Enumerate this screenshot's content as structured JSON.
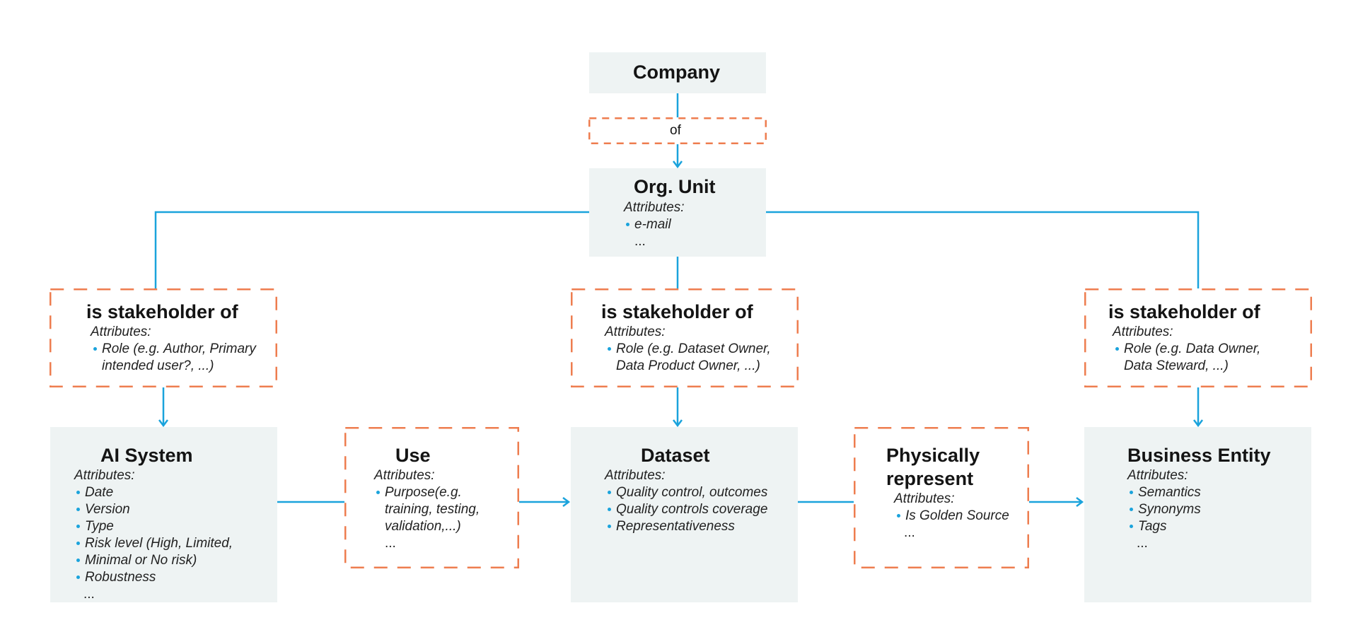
{
  "colors": {
    "connector": "#1aa3dc",
    "relation_border": "#ee7d4f",
    "entity_fill": "#eef3f3",
    "bullet": "#1aa3dc"
  },
  "company": {
    "title": "Company"
  },
  "of_relation": {
    "label": "of"
  },
  "org_unit": {
    "title": "Org. Unit",
    "attributes_label": "Attributes:",
    "attributes": [
      "e-mail"
    ],
    "more": "..."
  },
  "stakeholder_left": {
    "title": "is stakeholder of",
    "attributes_label": "Attributes:",
    "attributes": [
      "Role (e.g. Author, Primary",
      "intended user?, ...)"
    ]
  },
  "stakeholder_mid": {
    "title": "is stakeholder of",
    "attributes_label": "Attributes:",
    "attributes": [
      "Role (e.g. Dataset Owner,",
      "Data Product Owner, ...)"
    ]
  },
  "stakeholder_right": {
    "title": "is stakeholder of",
    "attributes_label": "Attributes:",
    "attributes": [
      "Role (e.g. Data Owner,",
      "Data Steward, ...)"
    ]
  },
  "ai_system": {
    "title": "AI System",
    "attributes_label": "Attributes:",
    "attributes": [
      "Date",
      "Version",
      "Type",
      "Risk level (High, Limited,",
      "Minimal or No risk)",
      "Robustness"
    ],
    "more": "..."
  },
  "use": {
    "title": "Use",
    "attributes_label": "Attributes:",
    "attributes": [
      "Purpose(e.g.",
      "training, testing,",
      "validation,...)"
    ],
    "more": "..."
  },
  "dataset": {
    "title": "Dataset",
    "attributes_label": "Attributes:",
    "attributes": [
      "Quality control, outcomes",
      "Quality controls coverage",
      "Representativeness"
    ]
  },
  "physically_represent": {
    "title_line1": "Physically",
    "title_line2": "represent",
    "attributes_label": "Attributes:",
    "attributes": [
      "Is Golden Source"
    ],
    "more": "..."
  },
  "business_entity": {
    "title": "Business Entity",
    "attributes_label": "Attributes:",
    "attributes": [
      "Semantics",
      "Synonyms",
      "Tags"
    ],
    "more": "..."
  }
}
